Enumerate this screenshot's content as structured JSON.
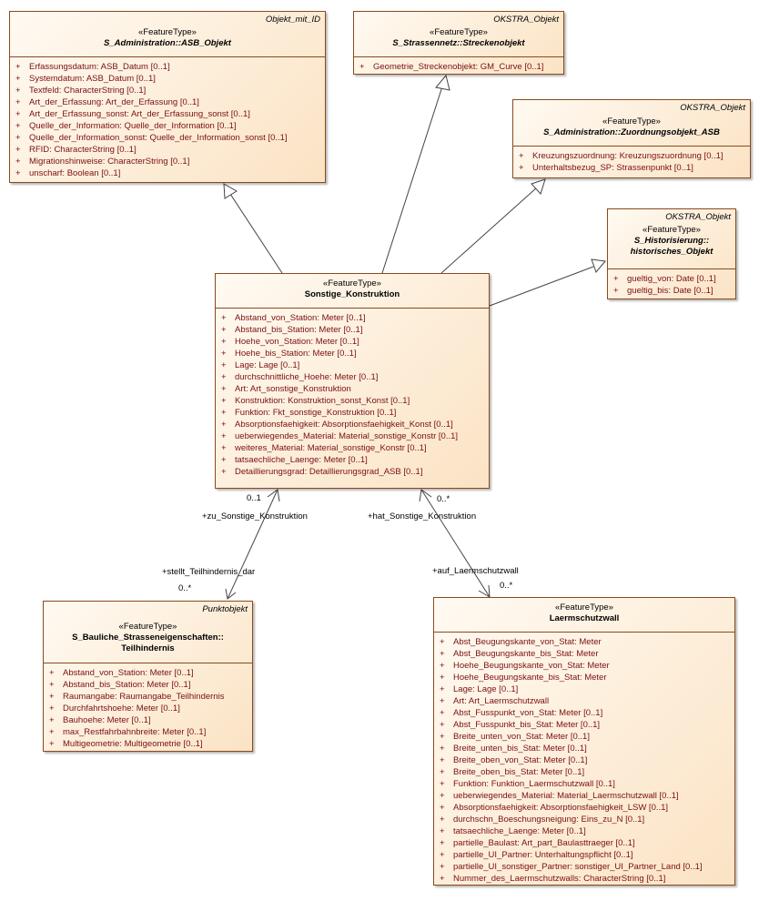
{
  "classes": {
    "asb_objekt": {
      "parent": "Objekt_mit_ID",
      "stereotype": "«FeatureType»",
      "name": "S_Administration::ASB_Objekt",
      "attributes": [
        "Erfassungsdatum: ASB_Datum [0..1]",
        "Systemdatum: ASB_Datum [0..1]",
        "Textfeld: CharacterString [0..1]",
        "Art_der_Erfassung: Art_der_Erfassung [0..1]",
        "Art_der_Erfassung_sonst: Art_der_Erfassung_sonst [0..1]",
        "Quelle_der_Information: Quelle_der_Information [0..1]",
        "Quelle_der_Information_sonst: Quelle_der_Information_sonst [0..1]",
        "RFID: CharacterString [0..1]",
        "Migrationshinweise: CharacterString [0..1]",
        "unscharf: Boolean [0..1]"
      ]
    },
    "streckenobjekt": {
      "parent": "OKSTRA_Objekt",
      "stereotype": "«FeatureType»",
      "name": "S_Strassennetz::Streckenobjekt",
      "attributes": [
        "Geometrie_Streckenobjekt: GM_Curve [0..1]"
      ]
    },
    "zuordnungsobjekt": {
      "parent": "OKSTRA_Objekt",
      "stereotype": "«FeatureType»",
      "name": "S_Administration::Zuordnungsobjekt_ASB",
      "attributes": [
        "Kreuzungszuordnung: Kreuzungszuordnung [0..1]",
        "Unterhaltsbezug_SP: Strassenpunkt [0..1]"
      ]
    },
    "historisches_objekt": {
      "parent": "OKSTRA_Objekt",
      "stereotype": "«FeatureType»",
      "name_line1": "S_Historisierung::",
      "name_line2": "historisches_Objekt",
      "attributes": [
        "gueltig_von: Date [0..1]",
        "gueltig_bis: Date [0..1]"
      ]
    },
    "sonstige_konstruktion": {
      "stereotype": "«FeatureType»",
      "name": "Sonstige_Konstruktion",
      "attributes": [
        "Abstand_von_Station: Meter [0..1]",
        "Abstand_bis_Station: Meter [0..1]",
        "Hoehe_von_Station: Meter [0..1]",
        "Hoehe_bis_Station: Meter [0..1]",
        "Lage: Lage [0..1]",
        "durchschnittliche_Hoehe: Meter [0..1]",
        "Art: Art_sonstige_Konstruktion",
        "Konstruktion: Konstruktion_sonst_Konst [0..1]",
        "Funktion: Fkt_sonstige_Konstruktion [0..1]",
        "Absorptionsfaehigkeit: Absorptionsfaehigkeit_Konst [0..1]",
        "ueberwiegendes_Material: Material_sonstige_Konstr [0..1]",
        "weiteres_Material: Material_sonstige_Konstr [0..1]",
        "tatsaechliche_Laenge: Meter [0..1]",
        "Detaillierungsgrad: Detaillierungsgrad_ASB [0..1]"
      ]
    },
    "teilhindernis": {
      "parent": "Punktobjekt",
      "stereotype": "«FeatureType»",
      "name_line1": "S_Bauliche_Strasseneigenschaften::",
      "name_line2": "Teilhindernis",
      "attributes": [
        "Abstand_von_Station: Meter [0..1]",
        "Abstand_bis_Station: Meter [0..1]",
        "Raumangabe: Raumangabe_Teilhindernis",
        "Durchfahrtshoehe: Meter [0..1]",
        "Bauhoehe: Meter [0..1]",
        "max_Restfahrbahnbreite: Meter [0..1]",
        "Multigeometrie: Multigeometrie [0..1]"
      ]
    },
    "laermschutzwall": {
      "stereotype": "«FeatureType»",
      "name": "Laermschutzwall",
      "attributes": [
        "Abst_Beugungskante_von_Stat: Meter",
        "Abst_Beugungskante_bis_Stat: Meter",
        "Hoehe_Beugungskante_von_Stat: Meter",
        "Hoehe_Beugungskante_bis_Stat: Meter",
        "Lage: Lage [0..1]",
        "Art: Art_Laermschutzwall",
        "Abst_Fusspunkt_von_Stat: Meter [0..1]",
        "Abst_Fusspunkt_bis_Stat: Meter [0..1]",
        "Breite_unten_von_Stat: Meter [0..1]",
        "Breite_unten_bis_Stat: Meter [0..1]",
        "Breite_oben_von_Stat: Meter [0..1]",
        "Breite_oben_bis_Stat: Meter [0..1]",
        "Funktion: Funktion_Laermschutzwall [0..1]",
        "ueberwiegendes_Material: Material_Laermschutzwall [0..1]",
        "Absorptionsfaehigkeit: Absorptionsfaehigkeit_LSW [0..1]",
        "durchschn_Boeschungsneigung: Eins_zu_N [0..1]",
        "tatsaechliche_Laenge: Meter [0..1]",
        "partielle_Baulast: Art_part_Baulasttraeger [0..1]",
        "partielle_UI_Partner: Unterhaltungspflicht [0..1]",
        "partielle_UI_sonstiger_Partner: sonstiger_UI_Partner_Land [0..1]",
        "Nummer_des_Laermschutzwalls: CharacterString [0..1]"
      ]
    }
  },
  "visibility_symbol": "+",
  "associations": {
    "teilhindernis_link": {
      "role_top": "+zu_Sonstige_Konstruktion",
      "mult_top": "0..1",
      "role_bottom": "+stellt_Teilhindernis_dar",
      "mult_bottom": "0..*"
    },
    "laermschutzwall_link": {
      "role_top": "+hat_Sonstige_Konstruktion",
      "mult_top": "0..*",
      "role_bottom": "+auf_Laermschutzwall",
      "mult_bottom": "0..*"
    }
  }
}
